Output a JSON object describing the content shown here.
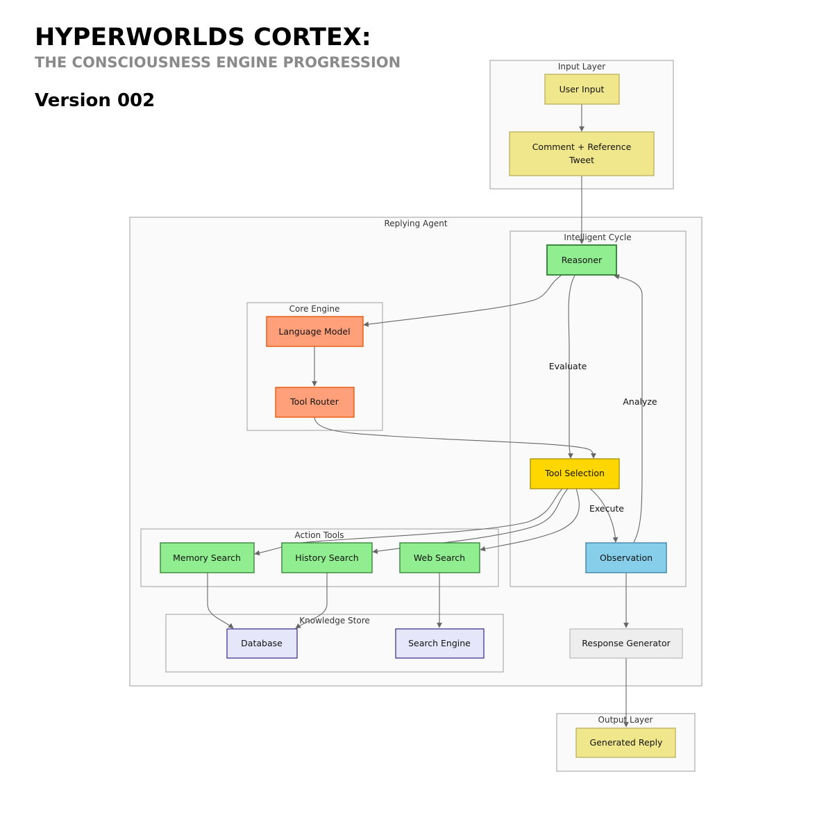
{
  "header": {
    "title": "HYPERWORLDS CORTEX:",
    "subtitle": "THE CONSCIOUSNESS ENGINE PROGRESSION",
    "version": "Version 002"
  },
  "clusters": {
    "input_layer": "Input Layer",
    "replying_agent": "Replying Agent",
    "intelligent_cycle": "Intelligent Cycle",
    "core_engine": "Core Engine",
    "action_tools": "Action Tools",
    "knowledge_store": "Knowledge Store",
    "output_layer": "Output Layer"
  },
  "nodes": {
    "user_input": "User Input",
    "comment_line1": "Comment + Reference",
    "comment_line2": "Tweet",
    "reasoner": "Reasoner",
    "language_model": "Language Model",
    "tool_router": "Tool Router",
    "tool_selection": "Tool Selection",
    "memory_search": "Memory Search",
    "history_search": "History Search",
    "web_search": "Web Search",
    "observation": "Observation",
    "database": "Database",
    "search_engine": "Search Engine",
    "response_generator": "Response Generator",
    "generated_reply": "Generated Reply"
  },
  "edge_labels": {
    "evaluate": "Evaluate",
    "analyze": "Analyze",
    "execute": "Execute"
  },
  "colors": {
    "input": "#f0e68c",
    "green": "#90ee90",
    "orange": "#ffa07a",
    "gold": "#ffd700",
    "sky": "#87ceeb",
    "lavender": "#e6e6fa",
    "gray": "#eeeeee"
  }
}
